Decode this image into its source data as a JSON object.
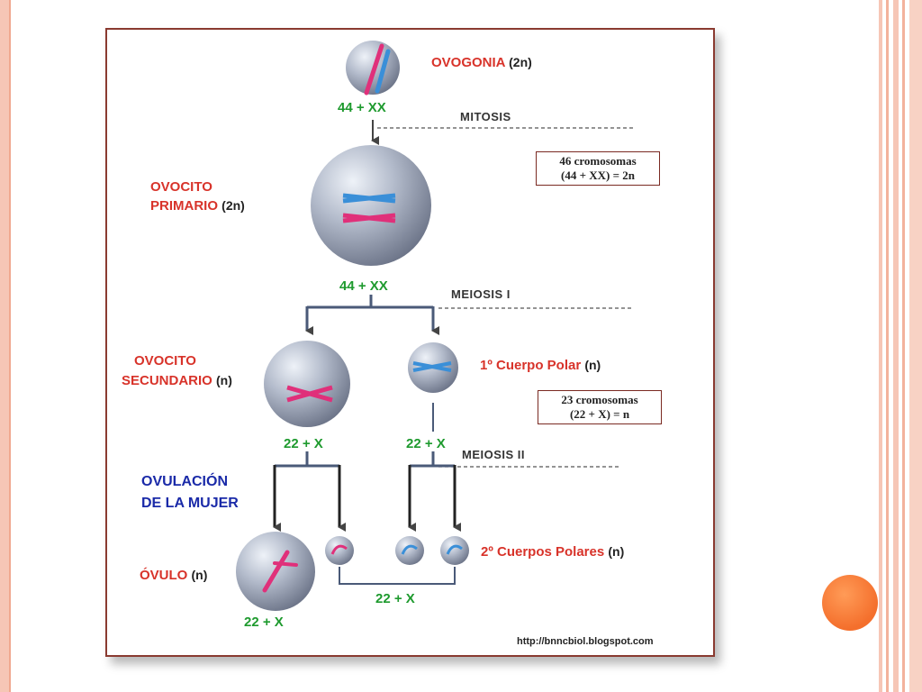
{
  "cells": {
    "ovogonia": {
      "name": "OVOGONIA",
      "ploidy": "(2n)",
      "formula": "44 + XX"
    },
    "ovocito_primario": {
      "name_line1": "OVOCITO",
      "name_line2": "PRIMARIO",
      "ploidy": "(2n)",
      "formula": "44 + XX"
    },
    "ovocito_secundario": {
      "name_line1": "OVOCITO",
      "name_line2": "SECUNDARIO",
      "ploidy": "(n)",
      "formula": "22 + X"
    },
    "cuerpo_polar_1": {
      "name": "1º Cuerpo Polar",
      "ploidy": "(n)",
      "formula": "22 + X"
    },
    "ovulo": {
      "name": "ÓVULO",
      "ploidy": "(n)",
      "formula": "22 + X"
    },
    "cuerpos_polares_2": {
      "name": "2º Cuerpos Polares",
      "ploidy": "(n)",
      "formula": "22 + X"
    }
  },
  "stages": {
    "mitosis": "MITOSIS",
    "meiosis_1": "MEIOSIS  I",
    "meiosis_2": "MEIOSIS  II"
  },
  "ovulacion": {
    "line1": "OVULACIÓN",
    "line2": "DE LA MUJER"
  },
  "boxes": {
    "diploid": {
      "line1": "46 cromosomas",
      "line2": "(44 + XX) = 2n"
    },
    "haploid": {
      "line1": "23 cromosomas",
      "line2": "(22 + X) = n"
    }
  },
  "source": "http://bnncbiol.blogspot.com",
  "colors": {
    "accent_red": "#d8332a",
    "formula_green": "#1e9a2e",
    "ovulacion_blue": "#1a2aa8",
    "frame": "#8a3a30",
    "slide_dot": "#f46f2c"
  }
}
